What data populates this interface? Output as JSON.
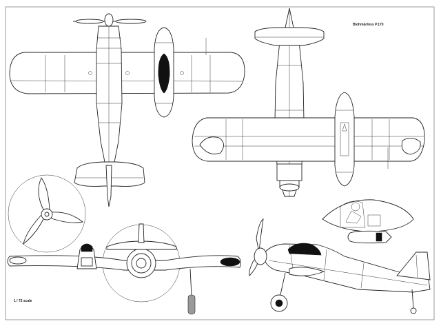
{
  "drawing": {
    "title": "Blohm&Voss P.170",
    "scale": "1 / 72 scale"
  },
  "views": [
    {
      "name": "top-view"
    },
    {
      "name": "underside-view"
    },
    {
      "name": "propeller-view"
    },
    {
      "name": "front-view"
    },
    {
      "name": "side-view"
    },
    {
      "name": "cockpit-inset"
    }
  ],
  "colors": {
    "line": "#222222",
    "paper": "#ffffff",
    "fill_dark": "#111111"
  }
}
